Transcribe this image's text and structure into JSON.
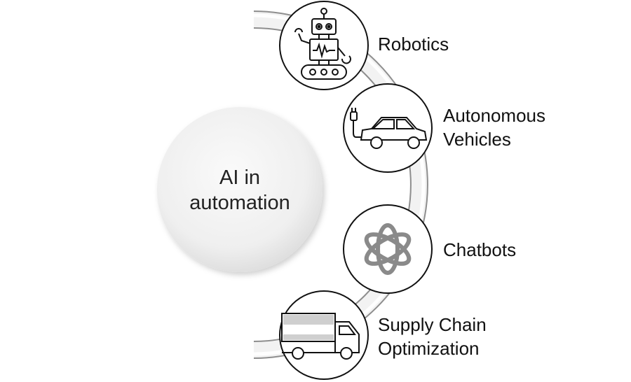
{
  "hub": {
    "line1": "AI in",
    "line2": "automation"
  },
  "items": [
    {
      "icon": "robot-icon",
      "line1": "Robotics",
      "line2": ""
    },
    {
      "icon": "electric-car-icon",
      "line1": "Autonomous",
      "line2": "Vehicles"
    },
    {
      "icon": "openai-knot-icon",
      "line1": "Chatbots",
      "line2": ""
    },
    {
      "icon": "delivery-truck-icon",
      "line1": "Supply Chain",
      "line2": "Optimization"
    }
  ],
  "colors": {
    "arc_light": "#f4f4f4",
    "arc_edge": "#9a9a9a",
    "hub_fill": "#ececec",
    "stroke": "#111111"
  }
}
